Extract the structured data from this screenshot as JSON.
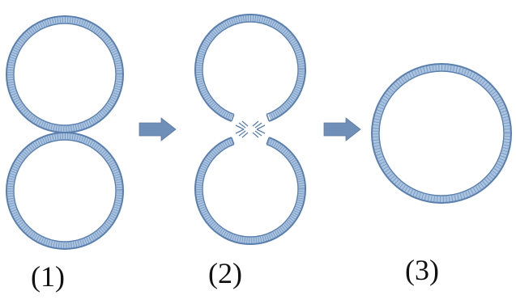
{
  "labels": {
    "stage1": "(1)",
    "stage2": "(2)",
    "stage3": "(3)"
  },
  "colors": {
    "membrane_outer": "#5a7fae",
    "membrane_inner": "#6f93c0",
    "membrane_fill": "#a9c2de",
    "arrow": "#6f8fb8",
    "background": "#ffffff"
  }
}
